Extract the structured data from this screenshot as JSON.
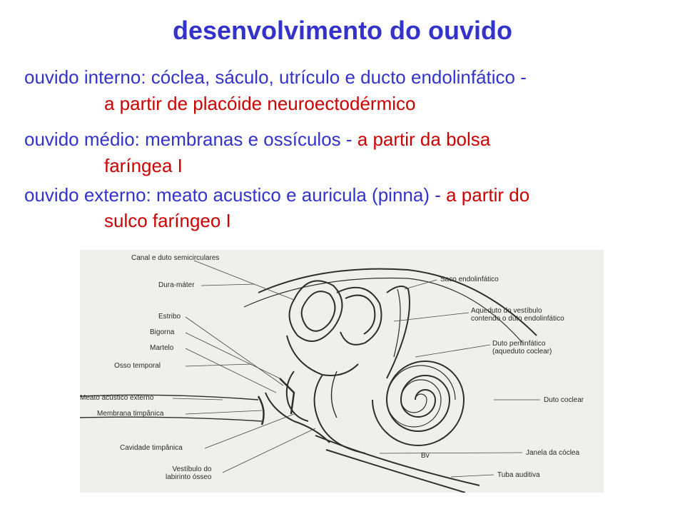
{
  "title": "desenvolvimento do ouvido",
  "sections": [
    {
      "lead": "ouvido interno: cóclea, sáculo, utrículo  e ducto endolinfático -",
      "source": "a partir de placóide  neuroectodérmico"
    },
    {
      "lead": "ouvido médio: membranas e ossículos  - ",
      "source_inline": "a partir da bolsa",
      "source_cont": "faríngea I"
    },
    {
      "lead": "ouvido externo:  meato acustico e auricula (pinna) -  ",
      "source_inline": "a partir do",
      "source_cont": "sulco faríngeo I"
    }
  ],
  "figure": {
    "labels_left": [
      "Canal e duto semicirculares",
      "Dura-máter",
      "Estribo",
      "Bigorna",
      "Martelo",
      "Osso temporal",
      "Meato acústico externo",
      "Membrana timpânica",
      "Cavidade timpânica",
      "Vestíbulo do\nlabirinto ósseo"
    ],
    "labels_right": [
      "Saco endolinfático",
      "Aqueduto do vestíbulo\ncontendo o duto endolinfático",
      "Duto perilinfático\n(aqueduto coclear)",
      "Duto coclear",
      "Janela da cóclea",
      "Tuba auditiva"
    ],
    "mark": "Bv"
  },
  "colors": {
    "title": "#3333cc",
    "text": "#3333cc",
    "source": "#cc0000"
  }
}
